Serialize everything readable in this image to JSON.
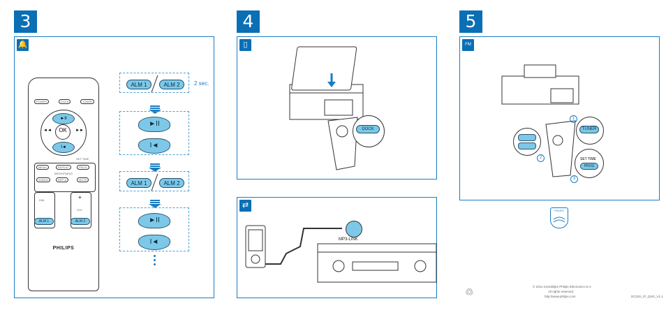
{
  "steps": [
    {
      "number": "3",
      "panel_icon": "🔔"
    },
    {
      "number": "4",
      "panel_icon": "▯"
    },
    {
      "number": "5",
      "panel_icon": "FM"
    }
  ],
  "step3": {
    "remote": {
      "buttons_top": [
        "POWER",
        "DOCK",
        "TUNER"
      ],
      "ok_label": "OK",
      "set_time_label": "SET TIME",
      "mid_buttons": [
        "MENU",
        "REPEAT",
        "PROG",
        "BRIGHTNESS",
        "ALBUM",
        "REP-A",
        "MUTE"
      ],
      "vol_label": "VOL",
      "dim_label": "DIM",
      "alarm_buttons": [
        "ALM 1",
        "ALM 2"
      ],
      "brand": "PHILIPS"
    },
    "alm1_label": "ALM 1",
    "alm2_label": "ALM 2",
    "duration_label": "2 sec.",
    "play_symbol": "►II",
    "prev_symbol": "I◄"
  },
  "step4": {
    "dock_label": "DOCK",
    "mp3_link_label": "MP3-LINK"
  },
  "step5": {
    "tuner_label": "TUNER",
    "set_time_label": "SET TIME",
    "prog_label": "PROG",
    "callouts": [
      "1",
      "2",
      "3"
    ]
  },
  "footer": {
    "brand": "PHILIPS",
    "copyright": "© 2011 Koninklijke Philips Electronics N.V.",
    "rights": "All rights reserved.",
    "url": "http://www.philips.com",
    "doc_code": "DC220_37_QSG_V1.1"
  }
}
